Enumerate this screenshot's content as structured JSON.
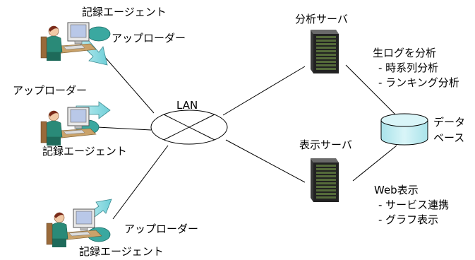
{
  "lan": {
    "label": "LAN"
  },
  "clients": [
    {
      "agent_label": "記録エージェント",
      "uploader_label": "アップローダー"
    },
    {
      "agent_label": "記録エージェント",
      "uploader_label": "アップローダー"
    },
    {
      "agent_label": "記録エージェント",
      "uploader_label": "アップローダー"
    }
  ],
  "analysis_server": {
    "title": "分析サーバ",
    "description": "生ログを分析",
    "items": [
      "- 時系列分析",
      "- ランキング分析"
    ]
  },
  "display_server": {
    "title": "表示サーバ",
    "description": "Web表示",
    "items": [
      "- サービス連携",
      "- グラフ表示"
    ]
  },
  "database": {
    "line1": "データ",
    "line2": "ベース"
  },
  "colors": {
    "arrow_fill": "#8FDCE3",
    "disc_fill": "#3AA8A0",
    "db_fill": "#BEEBF0",
    "server_dark": "#1a1a1a",
    "person_shirt": "#2a8a78",
    "person_hair": "#7a2a1a"
  }
}
